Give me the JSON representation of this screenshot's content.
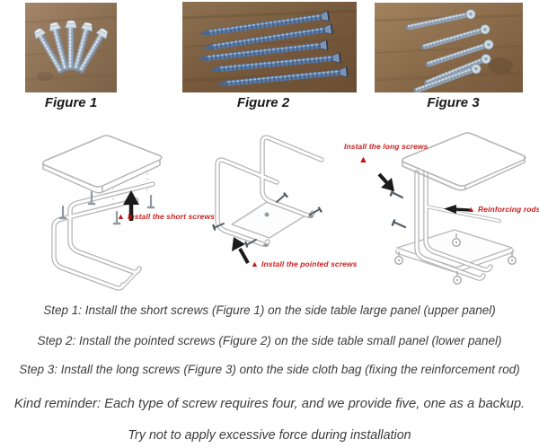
{
  "figures": [
    {
      "caption": "Figure 1",
      "content": "five short flat-head screws fanned on wood surface"
    },
    {
      "caption": "Figure 2",
      "content": "five long pointed screws laid diagonally on wood surface"
    },
    {
      "caption": "Figure 3",
      "content": "five long round-head screws fanned on wood surface"
    }
  ],
  "diagrams": [
    {
      "name": "exploded-top-panel",
      "note": "Install the short screws"
    },
    {
      "name": "frame-with-bottom-panel",
      "note": "Install the pointed screws"
    },
    {
      "name": "assembled-table",
      "note_top": "Install the long screws",
      "note_side": "Reinforcing rods"
    }
  ],
  "steps": [
    "Step 1: Install the short screws (Figure 1) on the side table large panel (upper panel)",
    "Step 2: Install the pointed screws (Figure 2) on the side table small panel (lower panel)",
    "Step 3: Install the long screws (Figure 3) onto the side cloth bag (fixing the reinforcement rod)",
    "Kind reminder: Each type of screw requires four, and we provide five, one as a backup.",
    "Try not to apply excessive force during installation"
  ],
  "icons": {
    "warning_triangle": "▲"
  },
  "colors": {
    "annotation_red": "#cc2020",
    "drawing_gray": "#b4b4b4",
    "arrow_black": "#1a1a1a",
    "text_dark": "#3d3d3d",
    "wood_brown": "#96785a",
    "screw_blue": "#5b7ba6"
  }
}
